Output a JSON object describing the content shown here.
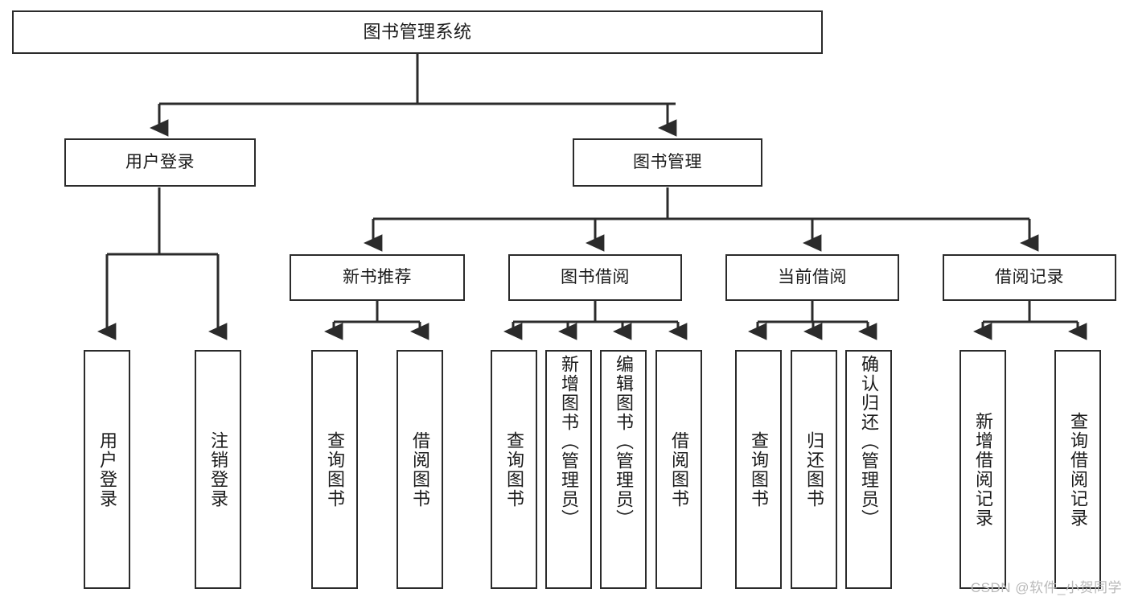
{
  "diagram": {
    "type": "tree-hierarchy",
    "title": "图书管理系统",
    "watermark": "CSDN @软件_小贺同学",
    "colors": {
      "background": "#ffffff",
      "box_border": "#2b2b2b",
      "box_fill": "#ffffff",
      "text": "#1a1a1a",
      "edge": "#2b2b2b",
      "watermark": "#b9b9b9"
    },
    "nodes": {
      "root": {
        "label": "图书管理系统",
        "level": 1
      },
      "level2": [
        {
          "id": "user-login",
          "label": "用户登录"
        },
        {
          "id": "book-management",
          "label": "图书管理"
        }
      ],
      "level3": [
        {
          "id": "new-book-recommend",
          "label": "新书推荐",
          "parent": "book-management"
        },
        {
          "id": "book-borrow",
          "label": "图书借阅",
          "parent": "book-management"
        },
        {
          "id": "current-borrow",
          "label": "当前借阅",
          "parent": "book-management"
        },
        {
          "id": "borrow-record",
          "label": "借阅记录",
          "parent": "book-management"
        }
      ],
      "leaves": [
        {
          "id": "leaf-user-login",
          "label": "用户登录",
          "parent": "user-login"
        },
        {
          "id": "leaf-logout",
          "label": "注销登录",
          "parent": "user-login"
        },
        {
          "id": "leaf-query-book-1",
          "label": "查询图书",
          "parent": "new-book-recommend"
        },
        {
          "id": "leaf-borrow-book-1",
          "label": "借阅图书",
          "parent": "new-book-recommend"
        },
        {
          "id": "leaf-query-book-2",
          "label": "查询图书",
          "parent": "book-borrow"
        },
        {
          "id": "leaf-add-book",
          "label": "新增图书（管理员）",
          "parent": "book-borrow"
        },
        {
          "id": "leaf-edit-book",
          "label": "编辑图书（管理员）",
          "parent": "book-borrow"
        },
        {
          "id": "leaf-borrow-book-2",
          "label": "借阅图书",
          "parent": "book-borrow"
        },
        {
          "id": "leaf-query-book-3",
          "label": "查询图书",
          "parent": "current-borrow"
        },
        {
          "id": "leaf-return-book",
          "label": "归还图书",
          "parent": "current-borrow"
        },
        {
          "id": "leaf-confirm-return",
          "label": "确认归还（管理员）",
          "parent": "current-borrow"
        },
        {
          "id": "leaf-add-record",
          "label": "新增借阅记录",
          "parent": "borrow-record"
        },
        {
          "id": "leaf-query-record",
          "label": "查询借阅记录",
          "parent": "borrow-record"
        }
      ]
    }
  }
}
